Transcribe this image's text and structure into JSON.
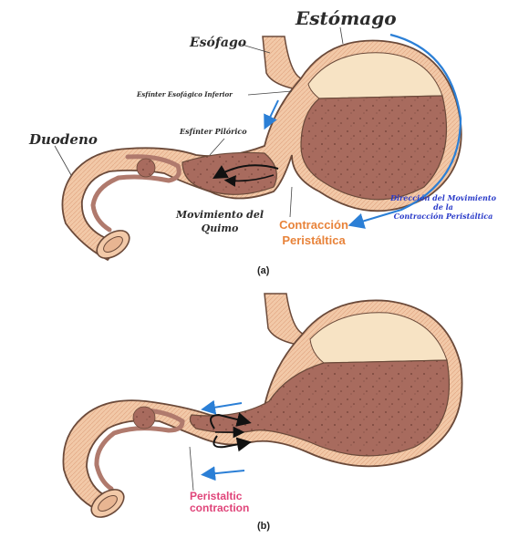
{
  "labels": {
    "estomago": "Estómago",
    "esofago": "Esófago",
    "esfinter_esofagico": "Esfínter Esofágico Inferior",
    "esfinter_pilorico": "Esfínter Pilórico",
    "duodeno": "Duodeno",
    "movimiento_line1": "Movimiento del",
    "movimiento_line2": "Quimo",
    "contraccion_line1": "Contracción",
    "contraccion_line2": "Peristáltica",
    "direccion_line1": "Dirección del Movimiento",
    "direccion_line2": "de la",
    "direccion_line3": "Contracción Peristáltica",
    "panel_a": "(a)",
    "panel_b": "(b)",
    "peristaltic_line1": "Peristaltic",
    "peristaltic_line2": "contraction"
  },
  "colors": {
    "wall_outer": "#f2c9a8",
    "wall_stroke": "#6b4a3a",
    "lining": "#b07a6d",
    "chyme": "#a86b5e",
    "fundus_air": "#f7e3c4",
    "arrow_blue": "#2b7fd6",
    "label_orange": "#e8833a",
    "label_pink": "#e0457a",
    "label_blue": "#2a3bc9"
  }
}
